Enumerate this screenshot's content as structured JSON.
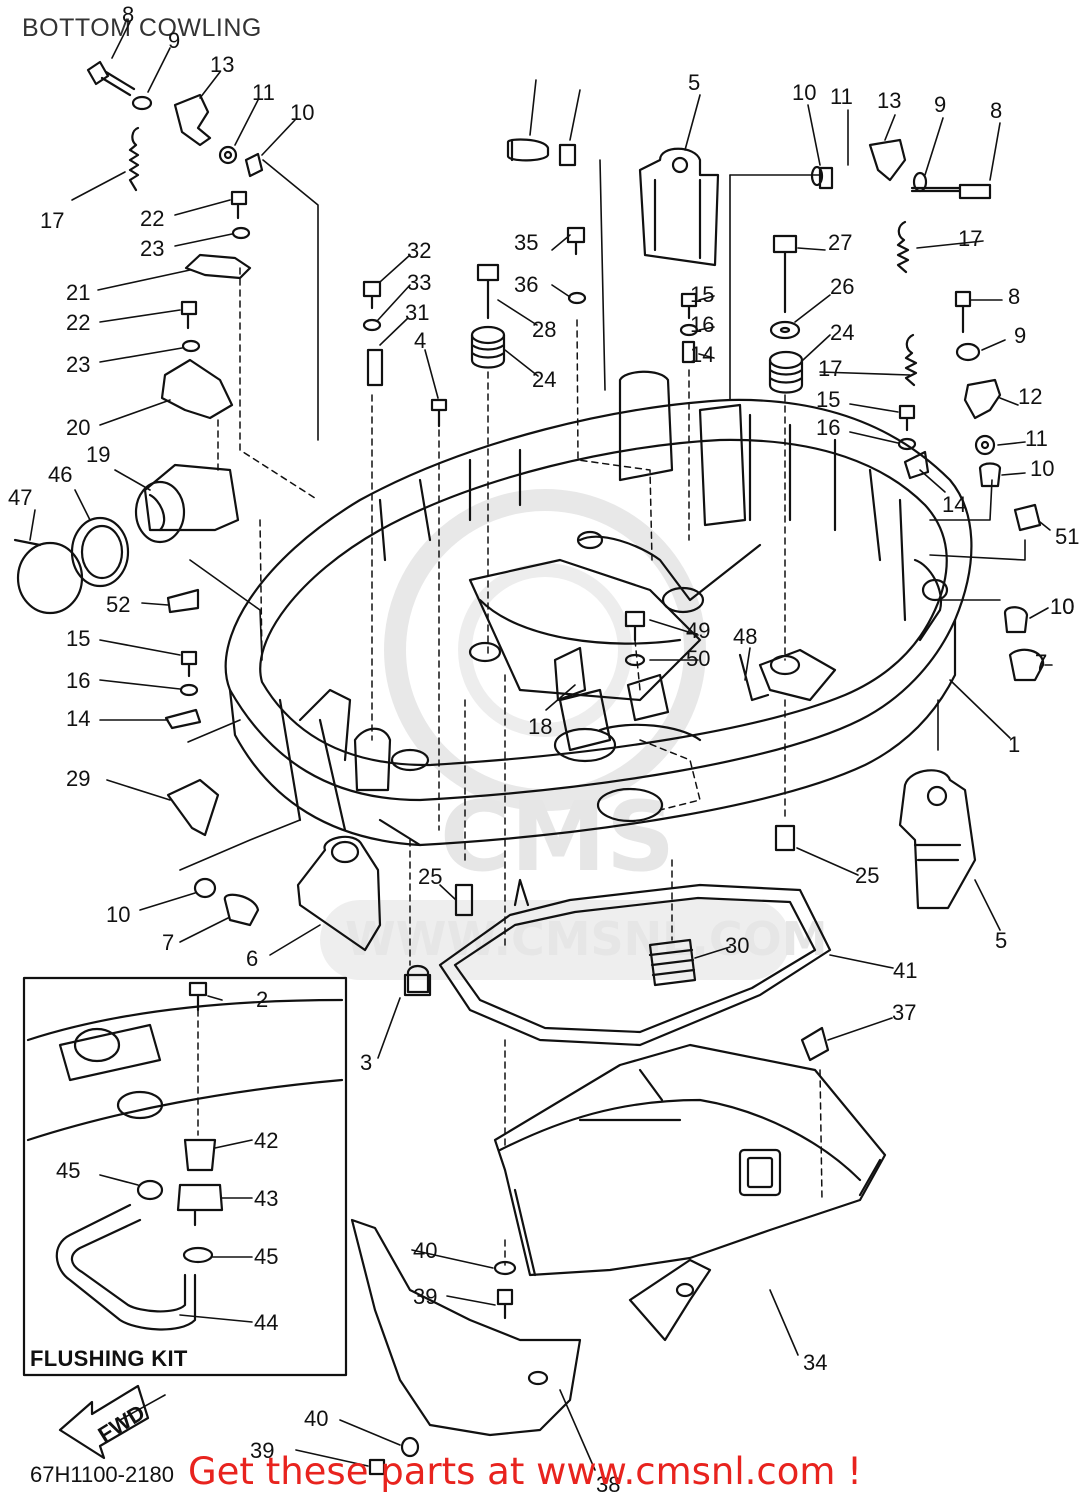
{
  "header": {
    "title": "BOTTOM COWLING"
  },
  "footer": {
    "code": "67H1100-2180",
    "promo": "Get these parts at www.cmsnl.com !"
  },
  "watermark": {
    "brand": "CMS",
    "url": "WWW.CMSNL.COM",
    "color": "#e4e4e4"
  },
  "inset": {
    "label": "FLUSHING KIT"
  },
  "fwd_label": "FWD",
  "colors": {
    "line": "#111111",
    "promo": "#e8231e"
  },
  "callouts": [
    {
      "n": "8"
    },
    {
      "n": "9"
    },
    {
      "n": "13"
    },
    {
      "n": "11"
    },
    {
      "n": "10"
    },
    {
      "n": "17"
    },
    {
      "n": "22"
    },
    {
      "n": "23"
    },
    {
      "n": "21"
    },
    {
      "n": "22"
    },
    {
      "n": "23"
    },
    {
      "n": "20"
    },
    {
      "n": "19"
    },
    {
      "n": "46"
    },
    {
      "n": "47"
    },
    {
      "n": "52"
    },
    {
      "n": "15"
    },
    {
      "n": "16"
    },
    {
      "n": "14"
    },
    {
      "n": "29"
    },
    {
      "n": "10"
    },
    {
      "n": "7"
    },
    {
      "n": "6"
    },
    {
      "n": "7"
    },
    {
      "n": "10"
    },
    {
      "n": "5"
    },
    {
      "n": "32"
    },
    {
      "n": "33"
    },
    {
      "n": "31"
    },
    {
      "n": "4"
    },
    {
      "n": "35"
    },
    {
      "n": "36"
    },
    {
      "n": "28"
    },
    {
      "n": "24"
    },
    {
      "n": "10"
    },
    {
      "n": "11"
    },
    {
      "n": "13"
    },
    {
      "n": "9"
    },
    {
      "n": "8"
    },
    {
      "n": "17"
    },
    {
      "n": "27"
    },
    {
      "n": "26"
    },
    {
      "n": "24"
    },
    {
      "n": "15"
    },
    {
      "n": "16"
    },
    {
      "n": "14"
    },
    {
      "n": "8"
    },
    {
      "n": "9"
    },
    {
      "n": "17"
    },
    {
      "n": "12"
    },
    {
      "n": "15"
    },
    {
      "n": "16"
    },
    {
      "n": "11"
    },
    {
      "n": "10"
    },
    {
      "n": "14"
    },
    {
      "n": "51"
    },
    {
      "n": "10"
    },
    {
      "n": "7"
    },
    {
      "n": "1"
    },
    {
      "n": "49"
    },
    {
      "n": "48"
    },
    {
      "n": "50"
    },
    {
      "n": "18"
    },
    {
      "n": "25"
    },
    {
      "n": "25"
    },
    {
      "n": "5"
    },
    {
      "n": "30"
    },
    {
      "n": "41"
    },
    {
      "n": "37"
    },
    {
      "n": "3"
    },
    {
      "n": "2"
    },
    {
      "n": "42"
    },
    {
      "n": "43"
    },
    {
      "n": "45"
    },
    {
      "n": "45"
    },
    {
      "n": "44"
    },
    {
      "n": "40"
    },
    {
      "n": "39"
    },
    {
      "n": "34"
    },
    {
      "n": "40"
    },
    {
      "n": "39"
    },
    {
      "n": "38"
    }
  ]
}
